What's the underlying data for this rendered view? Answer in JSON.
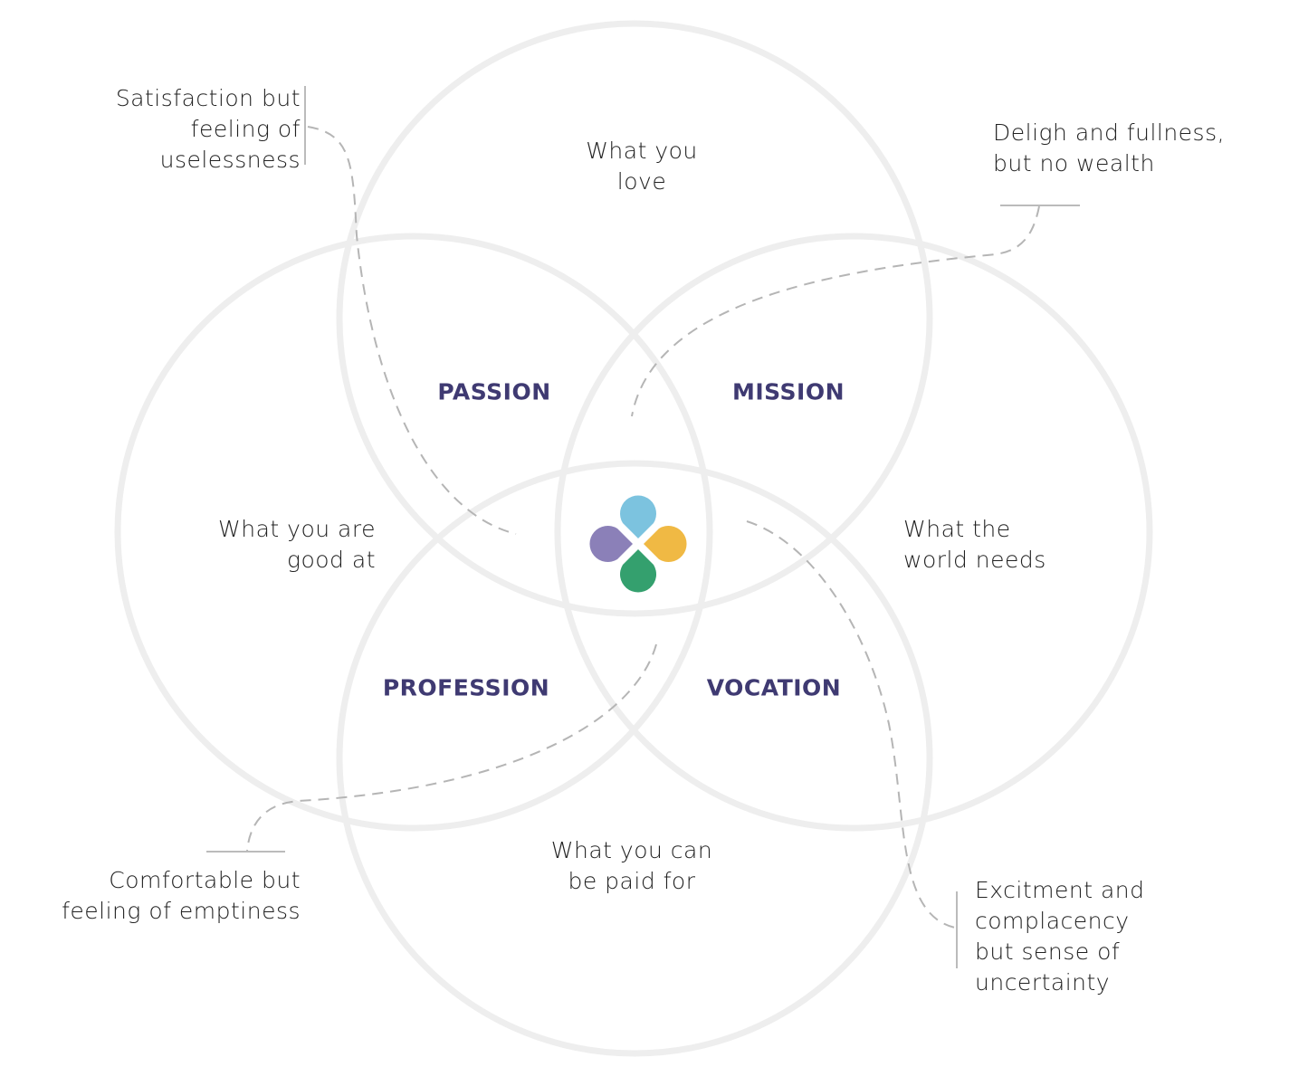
{
  "circles": [
    {
      "label": [
        "What you",
        "love"
      ]
    },
    {
      "label": [
        "What you are",
        "good at"
      ]
    },
    {
      "label": [
        "What the",
        "world needs"
      ]
    },
    {
      "label": [
        "What you can",
        "be paid for"
      ]
    }
  ],
  "intersections": {
    "passion": "PASSION",
    "mission": "MISSION",
    "profession": "PROFESSION",
    "vocation": "VOCATION"
  },
  "notes": {
    "top_left": [
      "Satisfaction but",
      "feeling of",
      "uselessness"
    ],
    "top_right": [
      "Deligh and fullness,",
      "but no wealth"
    ],
    "bottom_left": [
      "Comfortable but",
      "feeling of emptiness"
    ],
    "bottom_right": [
      "Excitment and",
      "complacency",
      "but sense of",
      "uncertainty"
    ]
  },
  "colors": {
    "circle": "#eeeeee",
    "label": "#3f3a72",
    "petal_blue": "#7cc3df",
    "petal_purple": "#8b80b8",
    "petal_orange": "#f0b944",
    "petal_green": "#34a06e",
    "leader": "#b5b5b5"
  }
}
